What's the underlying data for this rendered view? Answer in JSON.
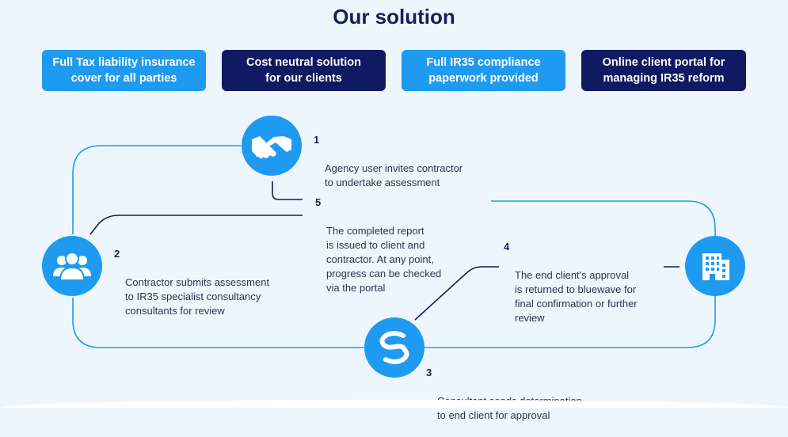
{
  "title": "Our solution",
  "features": [
    {
      "text": "Full Tax liability insurance\ncover for all parties",
      "theme": "light"
    },
    {
      "text": "Cost neutral solution\nfor our clients",
      "theme": "dark"
    },
    {
      "text": "Full IR35 compliance\npaperwork provided",
      "theme": "light"
    },
    {
      "text": "Online client portal for\nmanaging IR35 reform",
      "theme": "dark"
    }
  ],
  "steps": [
    {
      "number": "1",
      "text": "Agency user invites contractor\nto undertake assessment"
    },
    {
      "number": "2",
      "text": "Contractor submits assessment\nto IR35 specialist consultancy\nconsultants for review"
    },
    {
      "number": "3",
      "text": "Consultant sends determination\nto end client for approval"
    },
    {
      "number": "4",
      "text": "The end client's approval\nis returned to bluewave for\nfinal confirmation or further\nreview"
    },
    {
      "number": "5",
      "text": "The completed report\nis issued to client and\ncontractor. At any point,\nprogress can be checked\nvia the portal"
    }
  ],
  "icons": [
    "handshake-icon",
    "users-icon",
    "bluewave-logo-icon",
    "building-icon"
  ],
  "colors": {
    "light_blue": "#1e9bf0",
    "navy": "#0f1a62",
    "background": "#eef6fd"
  }
}
